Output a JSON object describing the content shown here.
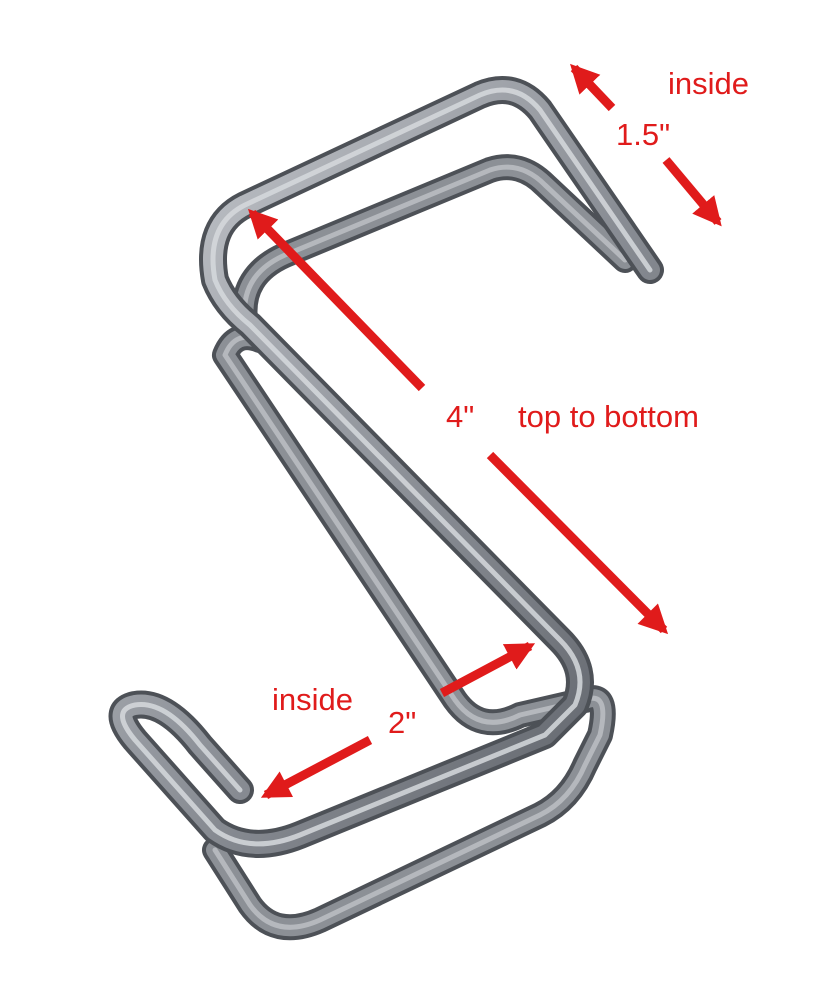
{
  "labels": {
    "top_inside": "inside",
    "top_width": "1.5\"",
    "height": "4\"",
    "height_note": "top to bottom",
    "bottom_inside": "inside",
    "bottom_width": "2\""
  },
  "colors": {
    "annotation": "#e01b1b",
    "metal_light": "#b9bcc1",
    "metal_mid": "#8c9096",
    "metal_dark": "#4d5157",
    "background": "#ffffff"
  }
}
